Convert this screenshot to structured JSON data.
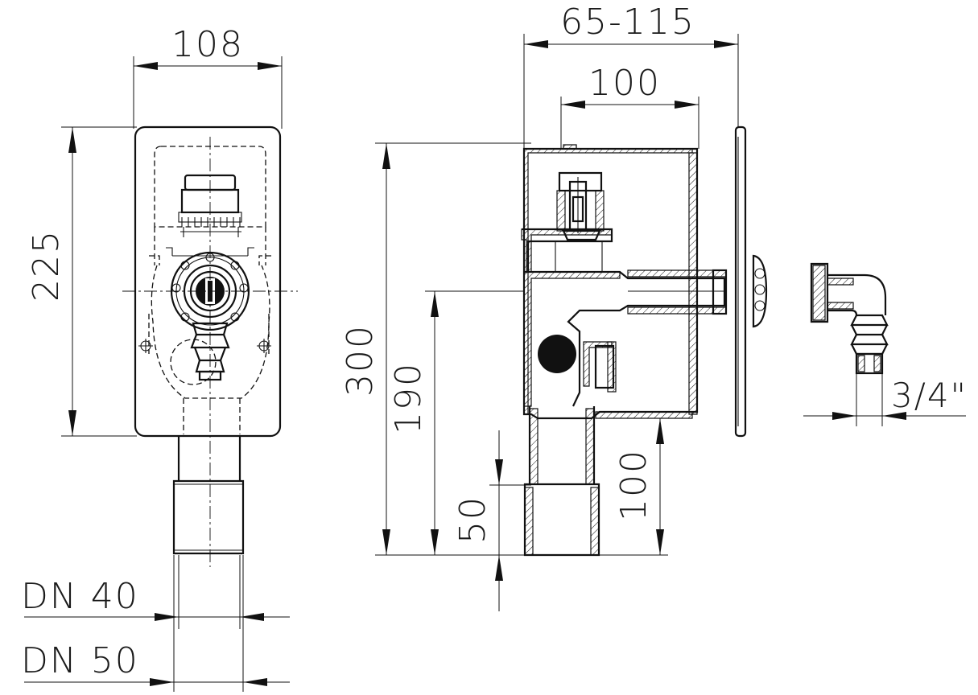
{
  "dimensions": {
    "front_width": "108",
    "front_height": "225",
    "side_depth_range": "65-115",
    "side_depth": "100",
    "total_height": "300",
    "outlet_height": "190",
    "pipe_length": "50",
    "bottom_offset": "100",
    "thread_size": "3/4\""
  },
  "pipe_labels": {
    "dn40": "DN 40",
    "dn50": "DN 50"
  }
}
